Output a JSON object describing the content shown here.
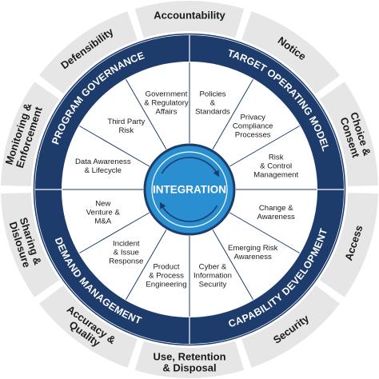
{
  "hub": {
    "label": "INTEGRATION"
  },
  "ring": [
    {
      "label": "PROGRAM GOVERNANCE"
    },
    {
      "label": "TARGET OPERATING MODEL"
    },
    {
      "label": "CAPABILITY DEVELOPMENT"
    },
    {
      "label": "DEMAND MANAGEMENT"
    }
  ],
  "inner": [
    {
      "lines": [
        "Policies",
        "&",
        "Standards"
      ]
    },
    {
      "lines": [
        "Privacy",
        "Compliance",
        "Processes"
      ]
    },
    {
      "lines": [
        "Risk",
        "& Control",
        "Management"
      ]
    },
    {
      "lines": [
        "Change &",
        "Awareness"
      ]
    },
    {
      "lines": [
        "Emerging Risk",
        "Awareness"
      ]
    },
    {
      "lines": [
        "Cyber &",
        "Information",
        "Security"
      ]
    },
    {
      "lines": [
        "Product",
        "& Process",
        "Engineering"
      ]
    },
    {
      "lines": [
        "Incident",
        "& Issue",
        "Response"
      ]
    },
    {
      "lines": [
        "New",
        "Venture &",
        "M&A"
      ]
    },
    {
      "lines": [
        "Data Awareness",
        "& Lifecycle"
      ]
    },
    {
      "lines": [
        "Third Party",
        "Risk"
      ]
    },
    {
      "lines": [
        "Government",
        "& Regulatory",
        "Affairs"
      ]
    }
  ],
  "outer": [
    {
      "lines": [
        "Accountability"
      ]
    },
    {
      "lines": [
        "Notice"
      ]
    },
    {
      "lines": [
        "Choice &",
        "Consent"
      ]
    },
    {
      "lines": [
        "Access"
      ]
    },
    {
      "lines": [
        "Security"
      ]
    },
    {
      "lines": [
        "Use, Retention",
        "& Disposal"
      ]
    },
    {
      "lines": [
        "Accuracy &",
        "Quality"
      ]
    },
    {
      "lines": [
        "Sharing &",
        "Dislosure"
      ]
    },
    {
      "lines": [
        "Monitoring &",
        "Enforcement"
      ]
    },
    {
      "lines": [
        "Defensibility"
      ]
    }
  ],
  "colors": {
    "outer_fill": "#e6e6e6",
    "ring_dark": "#1d3c6b",
    "hub_fill": "#2a8fd0",
    "inner_fill": "#ffffff",
    "divider": "#ffffff"
  }
}
